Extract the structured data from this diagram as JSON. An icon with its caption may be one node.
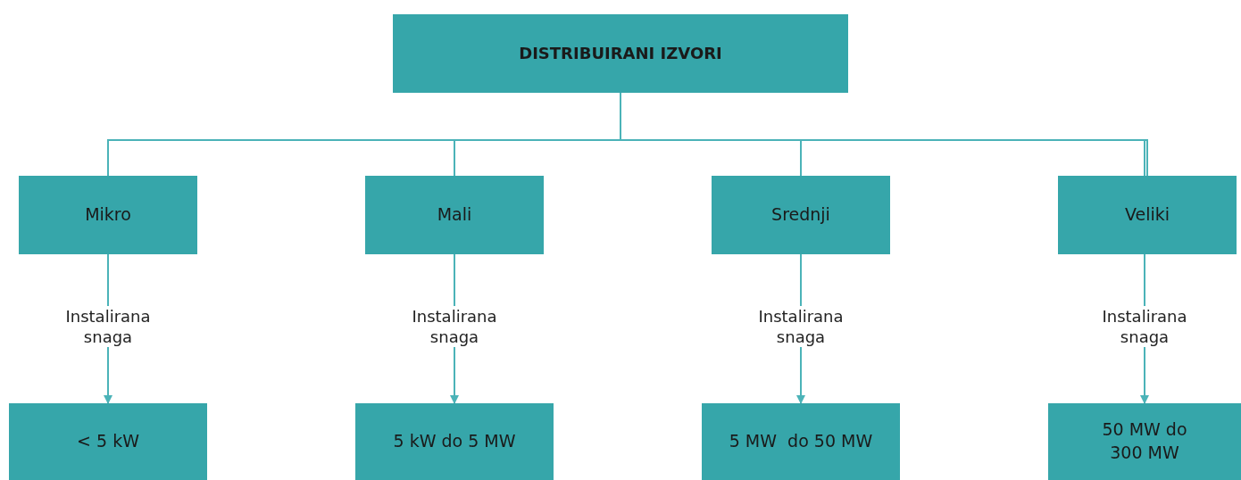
{
  "diagram": {
    "nodes": [
      {
        "text": [
          "DISTRIBUIRANI IZVORI"
        ]
      },
      {
        "text": [
          "Mikro"
        ]
      },
      {
        "text": [
          "Mali"
        ]
      },
      {
        "text": [
          "Srednji"
        ]
      },
      {
        "text": [
          "Veliki"
        ]
      },
      {
        "text": [
          "< 5 kW"
        ]
      },
      {
        "text": [
          "5 kW do 5 MW"
        ]
      },
      {
        "text": [
          "5 MW  do 50 MW"
        ]
      },
      {
        "text": [
          "50 MW do 300 MW"
        ]
      }
    ],
    "edges": [
      {
        "from": 0,
        "to": 1,
        "arrow": "none"
      },
      {
        "from": 0,
        "to": 2,
        "arrow": "none"
      },
      {
        "from": 0,
        "to": 3,
        "arrow": "none"
      },
      {
        "from": 0,
        "to": 4,
        "arrow": "none"
      },
      {
        "from": 1,
        "to": 5,
        "arrow": "to",
        "label": "Instalirana snaga"
      },
      {
        "from": 2,
        "to": 6,
        "arrow": "to",
        "label": "Instalirana snaga"
      },
      {
        "from": 3,
        "to": 7,
        "arrow": "to",
        "label": "Instalirana snaga"
      },
      {
        "from": 4,
        "to": 8,
        "arrow": "to",
        "label": "Instalirana snaga"
      }
    ]
  }
}
